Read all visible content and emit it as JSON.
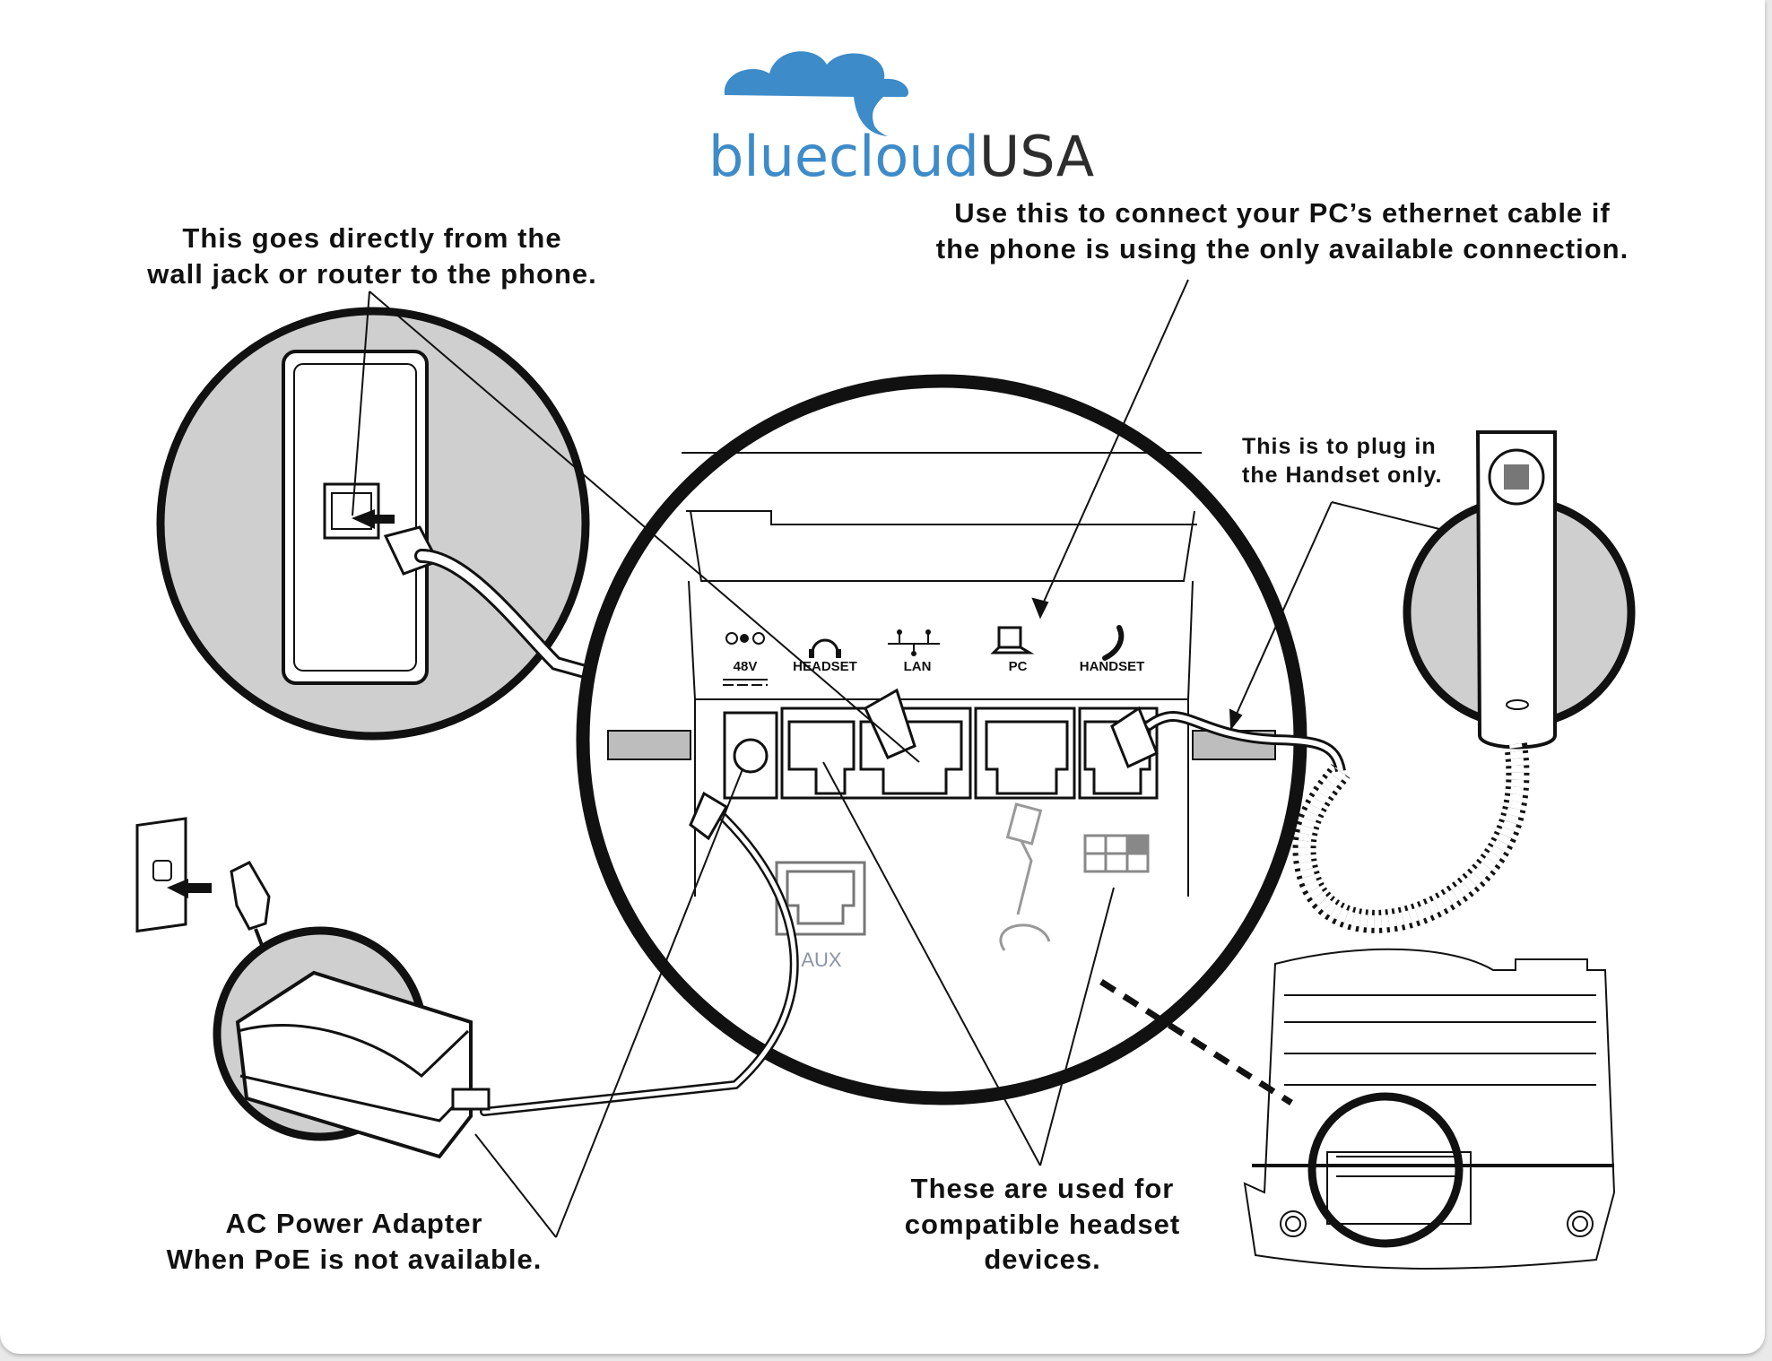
{
  "brand": {
    "name_part1": "bluecloud",
    "name_part2": "USA",
    "brand_color": "#3d8bc9",
    "dark_color": "#2d2d2d"
  },
  "callouts": {
    "wall_jack": "This goes directly from the wall jack or router to the phone.",
    "pc_port": "Use this to connect your PC’s ethernet cable if the phone is using the only available connection.",
    "handset": "This is to plug in the Handset only.",
    "power": "AC Power Adapter When PoE is not available.",
    "headset": "These are used for compatible headset devices."
  },
  "callout_lines": {
    "wall_jack": [
      "This goes directly from the",
      "wall jack or router to the phone."
    ],
    "pc_port": [
      "Use this to connect your PC’s ethernet cable if",
      "the phone is using the only available connection."
    ],
    "handset": [
      "This is to plug in",
      "the Handset only."
    ],
    "power": [
      "AC Power Adapter",
      "When PoE is not available."
    ],
    "headset": [
      "These are used for",
      "compatible headset",
      "devices."
    ]
  },
  "ports": [
    {
      "label": "48V",
      "icon": "dc-power-icon"
    },
    {
      "label": "HEADSET",
      "icon": "headset-icon"
    },
    {
      "label": "LAN",
      "icon": "network-icon"
    },
    {
      "label": "PC",
      "icon": "laptop-icon"
    },
    {
      "label": "HANDSET",
      "icon": "handset-icon"
    }
  ],
  "aux_port": {
    "label": "AUX"
  },
  "colors": {
    "circle_fill": "#cfcfcf",
    "outline": "#111111"
  }
}
